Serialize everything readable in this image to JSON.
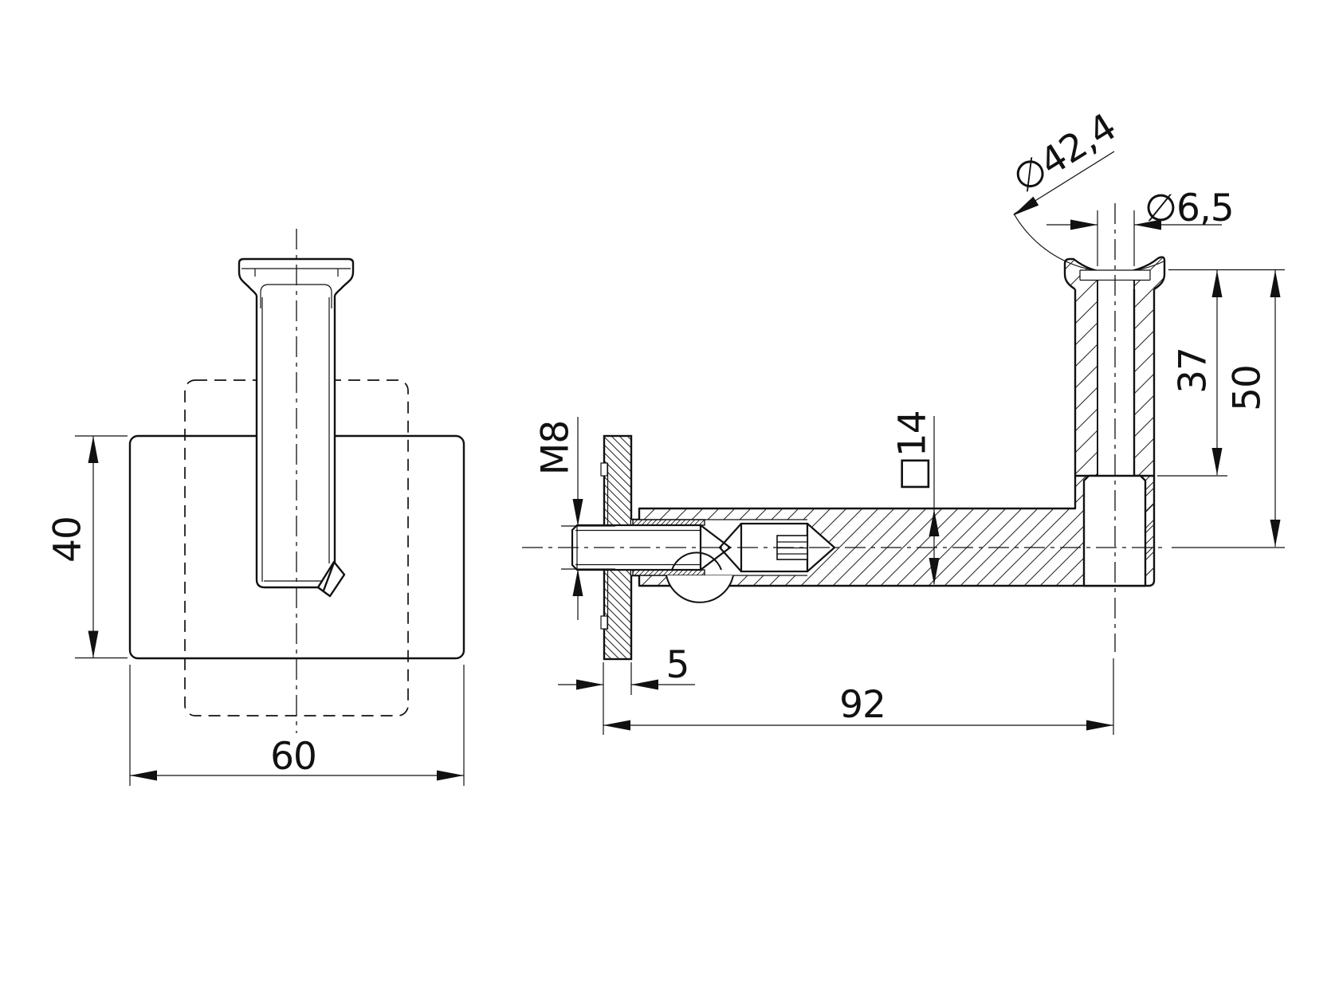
{
  "front_view": {
    "height": "40",
    "width": "60"
  },
  "side_view": {
    "thread": "M8",
    "plate_thickness": "5",
    "wall_to_axis": "92",
    "rail_diameter": "∅42,4",
    "hole_diameter": "∅6,5",
    "insertion_depth": "37",
    "height_to_axis": "50",
    "arm_section": "□14"
  },
  "colors": {
    "line": "#111111",
    "background": "#ffffff"
  }
}
